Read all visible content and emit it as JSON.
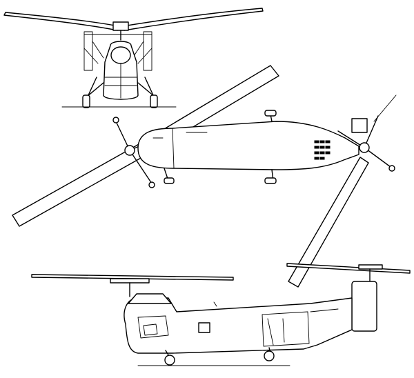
{
  "drawing": {
    "views": [
      "front-view",
      "top-view",
      "side-view"
    ],
    "line_color": "#000000",
    "background": "#ffffff"
  }
}
